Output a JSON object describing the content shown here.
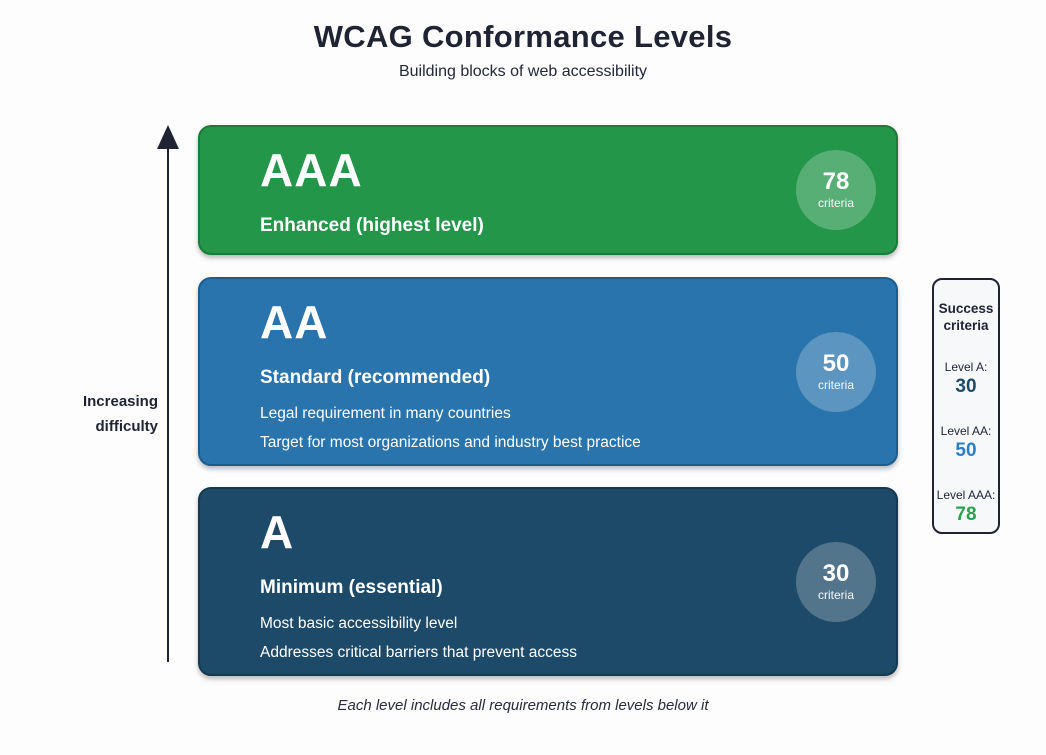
{
  "page": {
    "title": "WCAG Conformance Levels",
    "subtitle": "Building blocks of web accessibility",
    "footnote": "Each level includes all requirements from levels below it",
    "background_color": "#fdfdfd",
    "text_color": "#1f2333"
  },
  "axis": {
    "label_line1": "Increasing",
    "label_line2": "difficulty"
  },
  "levels": [
    {
      "code": "AAA",
      "name": "Enhanced (highest level)",
      "descriptions": [],
      "criteria_value": "78",
      "criteria_label": "criteria",
      "color": "#23964a",
      "border_color": "#1a7c3a"
    },
    {
      "code": "AA",
      "name": "Standard (recommended)",
      "descriptions": [
        "Legal requirement in many countries",
        "Target for most organizations and industry best practice"
      ],
      "criteria_value": "50",
      "criteria_label": "criteria",
      "color": "#2a74ad",
      "border_color": "#1d5c8e"
    },
    {
      "code": "A",
      "name": "Minimum (essential)",
      "descriptions": [
        "Most basic accessibility level",
        "Addresses critical barriers that prevent access"
      ],
      "criteria_value": "30",
      "criteria_label": "criteria",
      "color": "#1d4a68",
      "border_color": "#16394f"
    }
  ],
  "legend": {
    "title": "Success criteria",
    "entries": [
      {
        "label": "Level A:",
        "value": "30",
        "color": "#1d4a68"
      },
      {
        "label": "Level AA:",
        "value": "50",
        "color": "#2b7ec4"
      },
      {
        "label": "Level AAA:",
        "value": "78",
        "color": "#2aa14e"
      }
    ]
  }
}
